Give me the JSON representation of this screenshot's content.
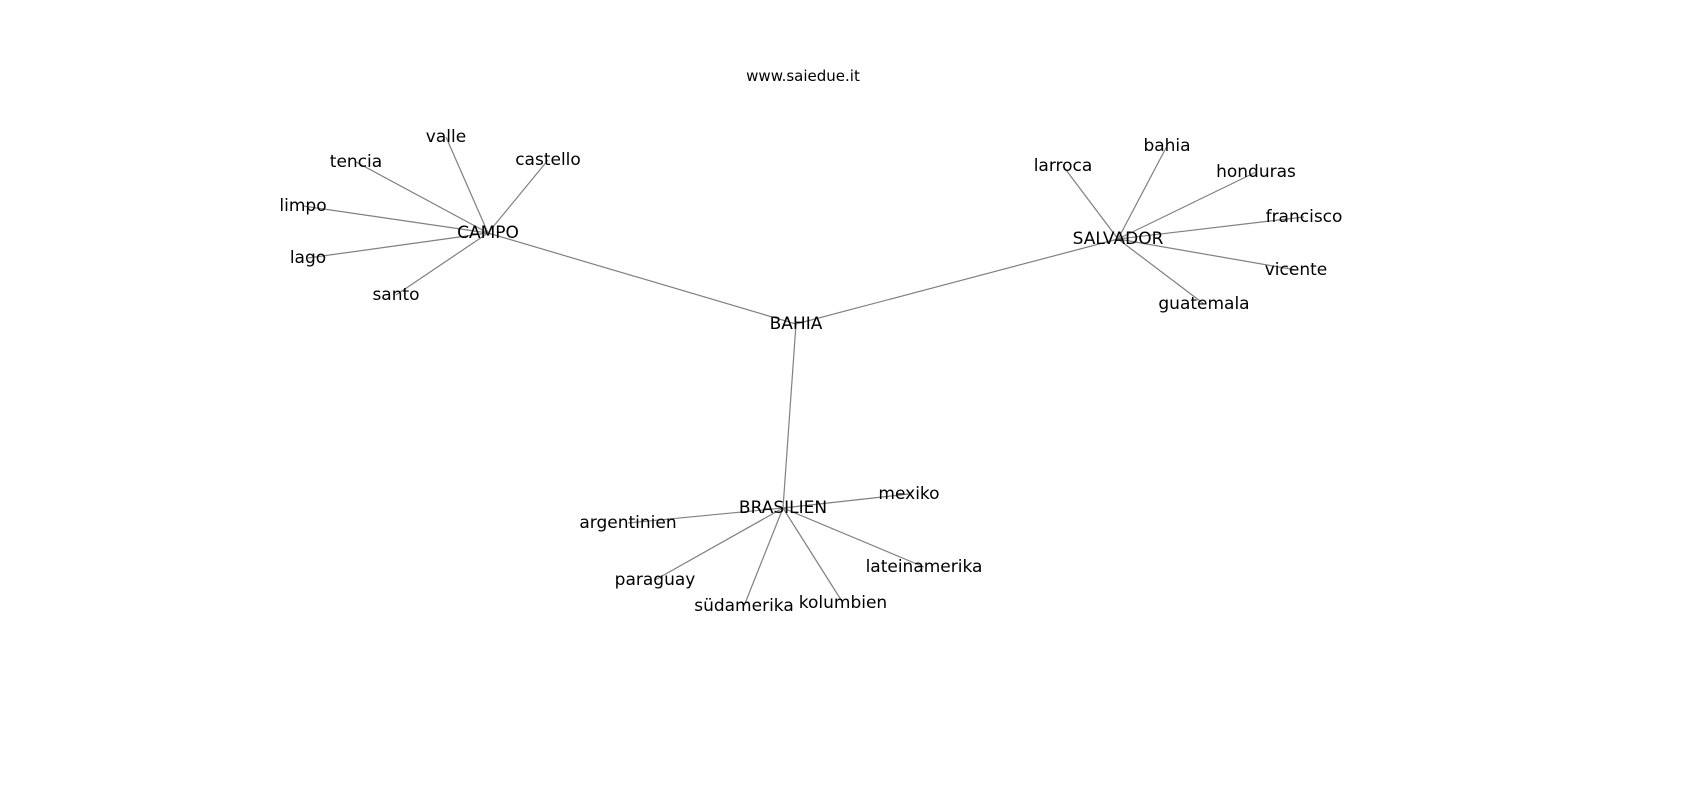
{
  "title": "www.saiedue.it",
  "graph": {
    "nodes": [
      {
        "id": "BAHIA",
        "label": "BAHIA"
      },
      {
        "id": "CAMPO",
        "label": "CAMPO"
      },
      {
        "id": "SALVADOR",
        "label": "SALVADOR"
      },
      {
        "id": "BRASILIEN",
        "label": "BRASILIEN"
      },
      {
        "id": "valle",
        "label": "valle"
      },
      {
        "id": "tencia",
        "label": "tencia"
      },
      {
        "id": "castello",
        "label": "castello"
      },
      {
        "id": "limpo",
        "label": "limpo"
      },
      {
        "id": "lago",
        "label": "lago"
      },
      {
        "id": "santo",
        "label": "santo"
      },
      {
        "id": "larroca",
        "label": "larroca"
      },
      {
        "id": "bahia",
        "label": "bahia"
      },
      {
        "id": "honduras",
        "label": "honduras"
      },
      {
        "id": "francisco",
        "label": "francisco"
      },
      {
        "id": "vicente",
        "label": "vicente"
      },
      {
        "id": "guatemala",
        "label": "guatemala"
      },
      {
        "id": "mexiko",
        "label": "mexiko"
      },
      {
        "id": "argentinien",
        "label": "argentinien"
      },
      {
        "id": "paraguay",
        "label": "paraguay"
      },
      {
        "id": "suedamerika",
        "label": "südamerika"
      },
      {
        "id": "kolumbien",
        "label": "kolumbien"
      },
      {
        "id": "lateinamerika",
        "label": "lateinamerika"
      }
    ],
    "edges": [
      [
        "BAHIA",
        "CAMPO"
      ],
      [
        "BAHIA",
        "SALVADOR"
      ],
      [
        "BAHIA",
        "BRASILIEN"
      ],
      [
        "CAMPO",
        "valle"
      ],
      [
        "CAMPO",
        "tencia"
      ],
      [
        "CAMPO",
        "castello"
      ],
      [
        "CAMPO",
        "limpo"
      ],
      [
        "CAMPO",
        "lago"
      ],
      [
        "CAMPO",
        "santo"
      ],
      [
        "SALVADOR",
        "larroca"
      ],
      [
        "SALVADOR",
        "bahia"
      ],
      [
        "SALVADOR",
        "honduras"
      ],
      [
        "SALVADOR",
        "francisco"
      ],
      [
        "SALVADOR",
        "vicente"
      ],
      [
        "SALVADOR",
        "guatemala"
      ],
      [
        "BRASILIEN",
        "mexiko"
      ],
      [
        "BRASILIEN",
        "argentinien"
      ],
      [
        "BRASILIEN",
        "paraguay"
      ],
      [
        "BRASILIEN",
        "suedamerika"
      ],
      [
        "BRASILIEN",
        "kolumbien"
      ],
      [
        "BRASILIEN",
        "lateinamerika"
      ]
    ],
    "edge_color": "#808080"
  }
}
